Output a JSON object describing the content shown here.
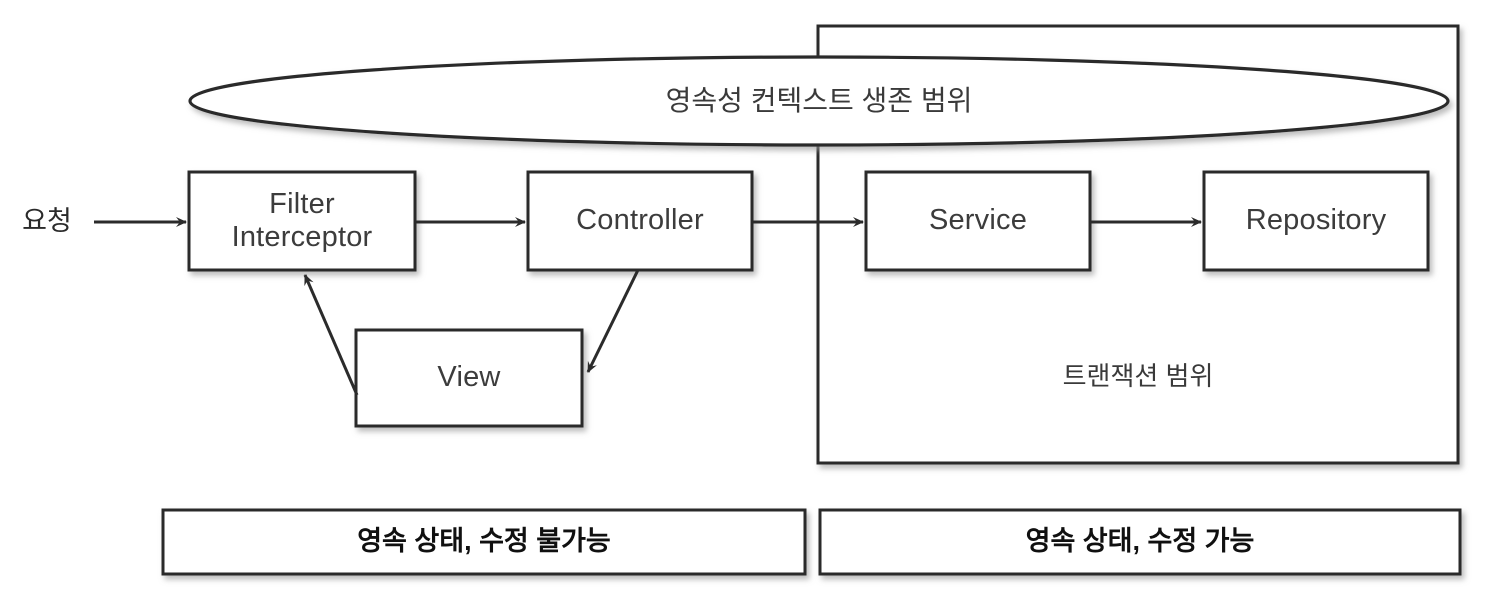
{
  "diagram": {
    "title_scope": "영속성 컨텍스트 생존 범위",
    "transaction_scope_label": "트랜잭션 범위",
    "request_label": "요청",
    "nodes": [
      {
        "id": "filter-interceptor",
        "line1": "Filter",
        "line2": "Interceptor"
      },
      {
        "id": "controller",
        "line1": "Controller",
        "line2": ""
      },
      {
        "id": "service",
        "line1": "Service",
        "line2": ""
      },
      {
        "id": "repository",
        "line1": "Repository",
        "line2": ""
      },
      {
        "id": "view",
        "line1": "View",
        "line2": ""
      }
    ],
    "bars": [
      {
        "id": "persist-readonly",
        "label": "영속 상태, 수정 불가능"
      },
      {
        "id": "persist-writable",
        "label": "영속 상태, 수정 가능"
      }
    ],
    "colors": {
      "stroke": "#2b2b2b",
      "text": "#3c3c3c",
      "background": "#ffffff"
    }
  }
}
